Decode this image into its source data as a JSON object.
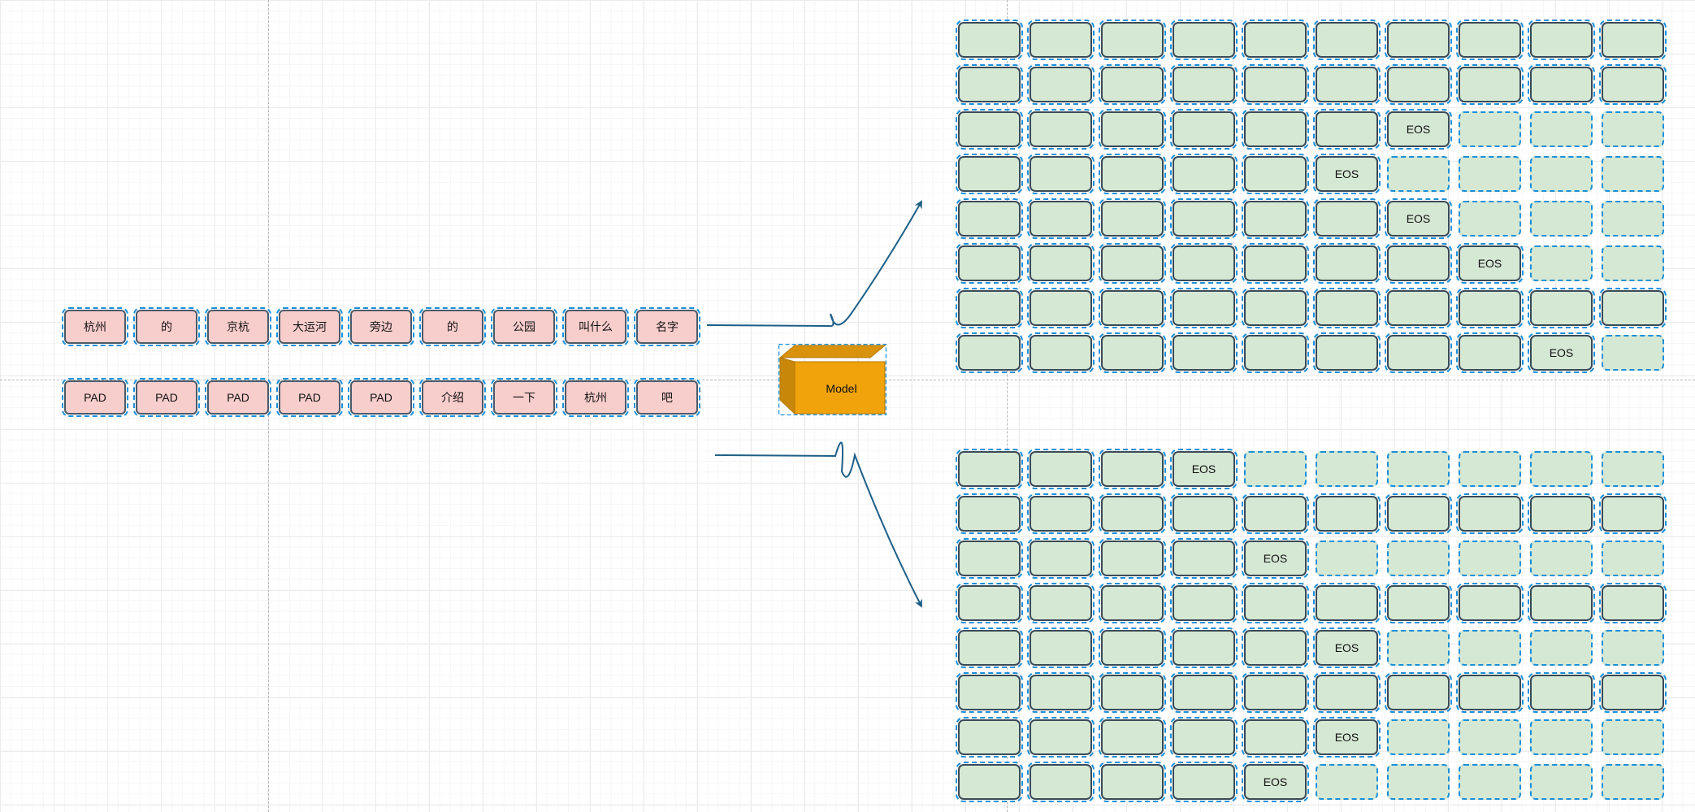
{
  "input_rows": [
    [
      "杭州",
      "的",
      "京杭",
      "大运河",
      "旁边",
      "的",
      "公园",
      "叫什么",
      "名字"
    ],
    [
      "PAD",
      "PAD",
      "PAD",
      "PAD",
      "PAD",
      "介绍",
      "一下",
      "杭州",
      "吧"
    ]
  ],
  "model": {
    "label": "Model"
  },
  "eos_label": "EOS",
  "output_grids": [
    {
      "eos_columns": [
        10,
        10,
        7,
        6,
        7,
        8,
        10,
        9
      ]
    },
    {
      "eos_columns": [
        4,
        10,
        5,
        10,
        6,
        10,
        6,
        5
      ]
    }
  ],
  "colors": {
    "token_fill": "#f8cecc",
    "cell_fill": "#d5e8d4",
    "model_fill": "#f0a30a",
    "selection": "#1a8fd8",
    "arrow": "#1e5f87"
  }
}
